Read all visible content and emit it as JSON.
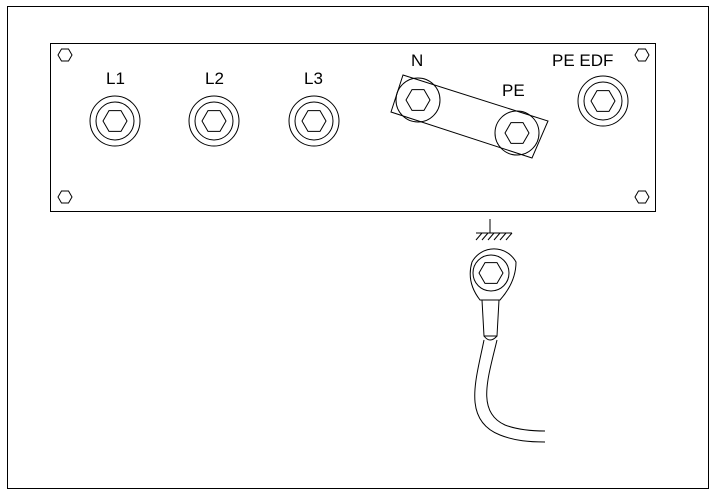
{
  "diagram": {
    "terminals": [
      {
        "id": "l1",
        "label": "L1"
      },
      {
        "id": "l2",
        "label": "L2"
      },
      {
        "id": "l3",
        "label": "L3"
      },
      {
        "id": "n",
        "label": "N"
      },
      {
        "id": "pe",
        "label": "PE"
      },
      {
        "id": "pe-edf",
        "label": "PE EDF"
      }
    ]
  }
}
